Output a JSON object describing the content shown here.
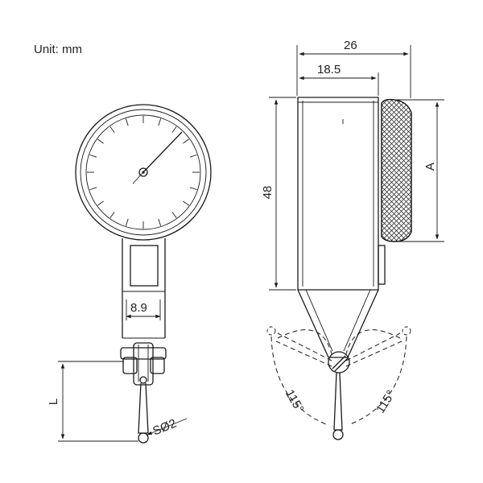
{
  "unit_label": "Unit: mm",
  "dimensions": {
    "overall_width": "26",
    "body_width": "18.5",
    "height": "48",
    "crown_height": "A",
    "stem_width": "8.9",
    "stylus_length": "L",
    "ball_diameter": "SØ2",
    "swing_angle_left": "115°",
    "swing_angle_right": "115°"
  }
}
